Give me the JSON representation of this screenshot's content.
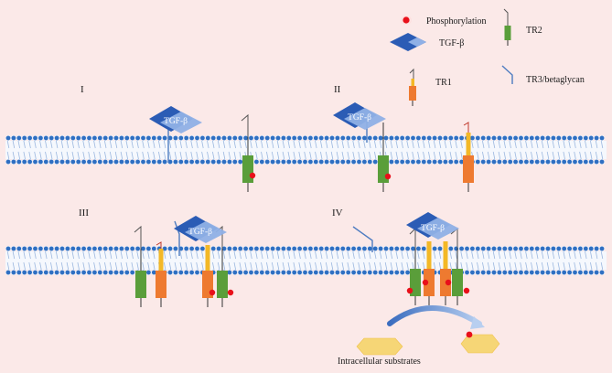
{
  "legend": {
    "phosphorylation": "Phosphorylation",
    "tgf_beta": "TGF-β",
    "tr1": "TR1",
    "tr2": "TR2",
    "tr3": "TR3/betaglycan"
  },
  "panels": {
    "p1": "I",
    "p2": "II",
    "p3": "III",
    "p4": "IV"
  },
  "ligand_label": "TGF-β",
  "substrates_label": "Intracellular substrates",
  "colors": {
    "background": "#fbe9e8",
    "membrane_head": "#2f6fc2",
    "membrane_tail": "#9db8e0",
    "tgf_dark": "#2b5cb5",
    "tgf_light": "#8fb0e6",
    "tr2_green": "#5a9e3a",
    "tr1_orange": "#ee7a30",
    "tr1_yellow": "#f3b826",
    "tr3_blue": "#4d7cc1",
    "phospho_red": "#e8101a",
    "substrate_yellow": "#f6d676"
  }
}
